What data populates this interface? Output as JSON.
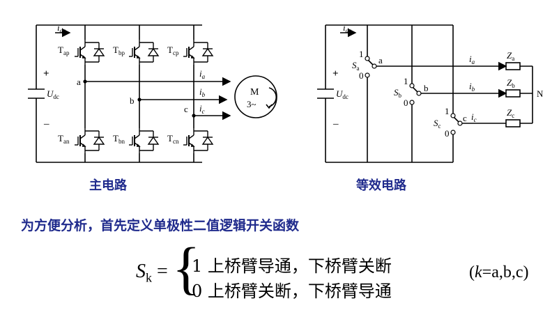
{
  "main_circuit": {
    "caption": "主电路",
    "current_label": "i",
    "current_sub": "dc",
    "source_label": "U",
    "source_sub": "dc",
    "plus": "+",
    "minus": "–",
    "upper_switches": [
      {
        "name": "T",
        "sub": "ap"
      },
      {
        "name": "T",
        "sub": "bp"
      },
      {
        "name": "T",
        "sub": "cp"
      }
    ],
    "lower_switches": [
      {
        "name": "T",
        "sub": "an"
      },
      {
        "name": "T",
        "sub": "bn"
      },
      {
        "name": "T",
        "sub": "cn"
      }
    ],
    "node_labels": [
      "a",
      "b",
      "c"
    ],
    "phase_currents": [
      {
        "name": "i",
        "sub": "a"
      },
      {
        "name": "i",
        "sub": "b"
      },
      {
        "name": "i",
        "sub": "c"
      }
    ],
    "motor_line1": "M",
    "motor_line2": "3~"
  },
  "equivalent_circuit": {
    "caption": "等效电路",
    "current_label": "i",
    "current_sub": "dc",
    "source_label": "U",
    "source_sub": "dc",
    "plus": "+",
    "minus": "–",
    "switches": [
      {
        "name": "S",
        "sub": "a",
        "node": "a",
        "one": "1",
        "zero": "0"
      },
      {
        "name": "S",
        "sub": "b",
        "node": "b",
        "one": "1",
        "zero": "0"
      },
      {
        "name": "S",
        "sub": "c",
        "node": "c",
        "one": "1",
        "zero": "0"
      }
    ],
    "phase_currents": [
      {
        "name": "i",
        "sub": "a"
      },
      {
        "name": "i",
        "sub": "b"
      },
      {
        "name": "i",
        "sub": "c"
      }
    ],
    "impedances": [
      {
        "name": "Z",
        "sub": "a"
      },
      {
        "name": "Z",
        "sub": "b"
      },
      {
        "name": "Z",
        "sub": "c"
      }
    ],
    "neutral": "N"
  },
  "heading": "为方便分析，首先定义单极性二值逻辑开关函数",
  "formula": {
    "lhs": "S",
    "lhs_sub": "k",
    "equals": " =",
    "case1": "1  上桥臂导通，下桥臂关断",
    "case2": "0  上桥臂关断，下桥臂导通",
    "note_open": "(",
    "note_var": "k",
    "note_rest": "=a,b,c)"
  },
  "colors": {
    "caption": "#1f2a8c",
    "line": "#000000"
  }
}
